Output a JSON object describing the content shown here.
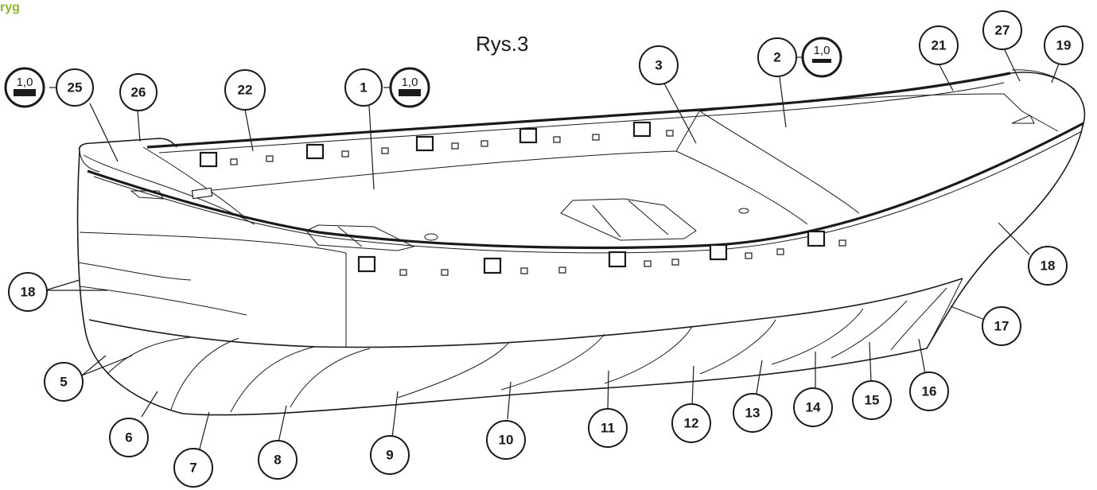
{
  "title": "Rys.3",
  "corner_text": "ryg",
  "thickness_label": "1,0",
  "callouts": [
    "25",
    "26",
    "22",
    "1",
    "3",
    "2",
    "21",
    "27",
    "19",
    "18",
    "18",
    "17",
    "5",
    "6",
    "7",
    "8",
    "9",
    "10",
    "11",
    "12",
    "13",
    "14",
    "15",
    "16"
  ],
  "thickness_marks": [
    "1,0",
    "1,0",
    "1,0"
  ]
}
